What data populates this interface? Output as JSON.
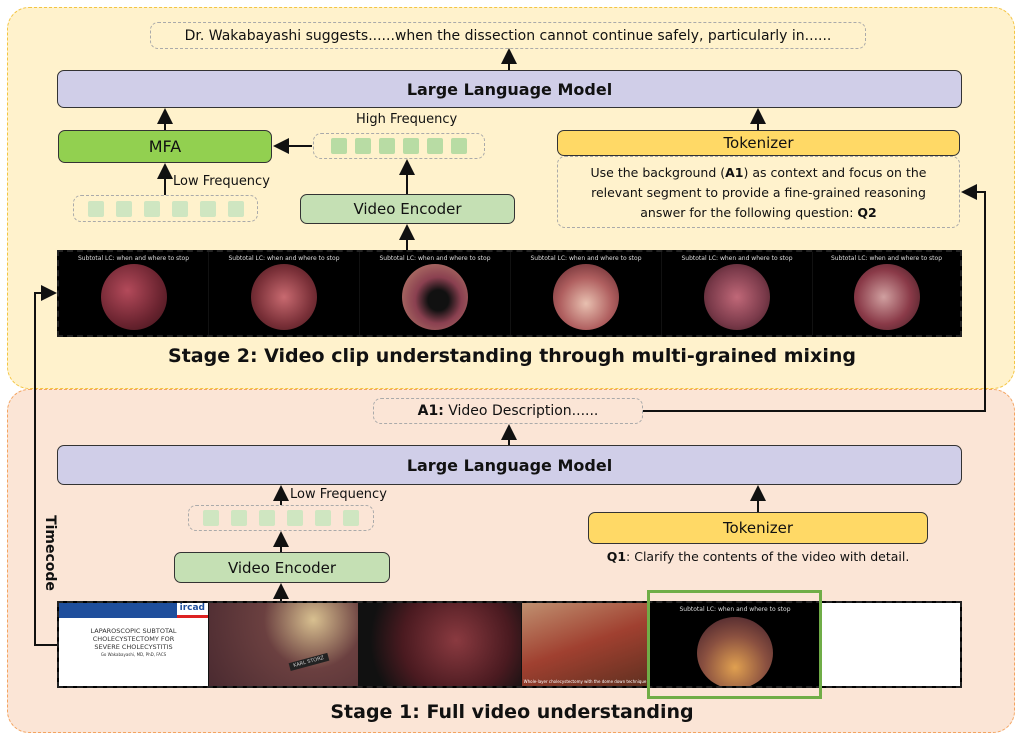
{
  "stage2": {
    "output_text": "Dr. Wakabayashi suggests......when the dissection cannot continue safely, particularly in......",
    "llm_label": "Large Language Model",
    "mfa_label": "MFA",
    "high_freq_label": "High Frequency",
    "low_freq_label": "Low Frequency",
    "encoder_label": "Video Encoder",
    "tokenizer_label": "Tokenizer",
    "prompt": {
      "p1": "Use the background (",
      "a1": "A1",
      "p2": ") as context and focus on the relevant segment to provide a fine-grained reasoning answer for the following question: ",
      "q2": "Q2"
    },
    "frame_title": "Subtotal LC: when and where to stop",
    "title": "Stage 2: Video clip understanding through multi-grained mixing"
  },
  "stage1": {
    "a1_bold": "A1:",
    "a1_text": " Video Description......",
    "llm_label": "Large Language Model",
    "low_freq_label": "Low Frequency",
    "encoder_label": "Video Encoder",
    "tokenizer_label": "Tokenizer",
    "q1_bold": "Q1",
    "q1_text": ": Clarify the contents of the video with detail.",
    "timecode_label": "Timecode",
    "slide": {
      "l1": "LAPAROSCOPIC SUBTOTAL",
      "l2": "CHOLECYSTECTOMY FOR",
      "l3": "SEVERE CHOLECYSTITIS",
      "author": "Go Wakabayashi, MD, PhD, FACS",
      "logo": "ircad"
    },
    "instrument_text": "KARL STORZ",
    "frame4_caption": "Whole-layer cholecystectomy with the dome down technique",
    "frame5_title": "Subtotal LC: when and where to stop",
    "title": "Stage 1: Full video understanding"
  },
  "colors": {
    "stage2_bg": "#fff2cc",
    "stage1_bg": "#fbe5d6",
    "llm": "#d0cee8",
    "mfa": "#92d050",
    "encoder": "#c5e0b4",
    "tokenizer": "#ffd966",
    "highlight": "#70ad47"
  }
}
